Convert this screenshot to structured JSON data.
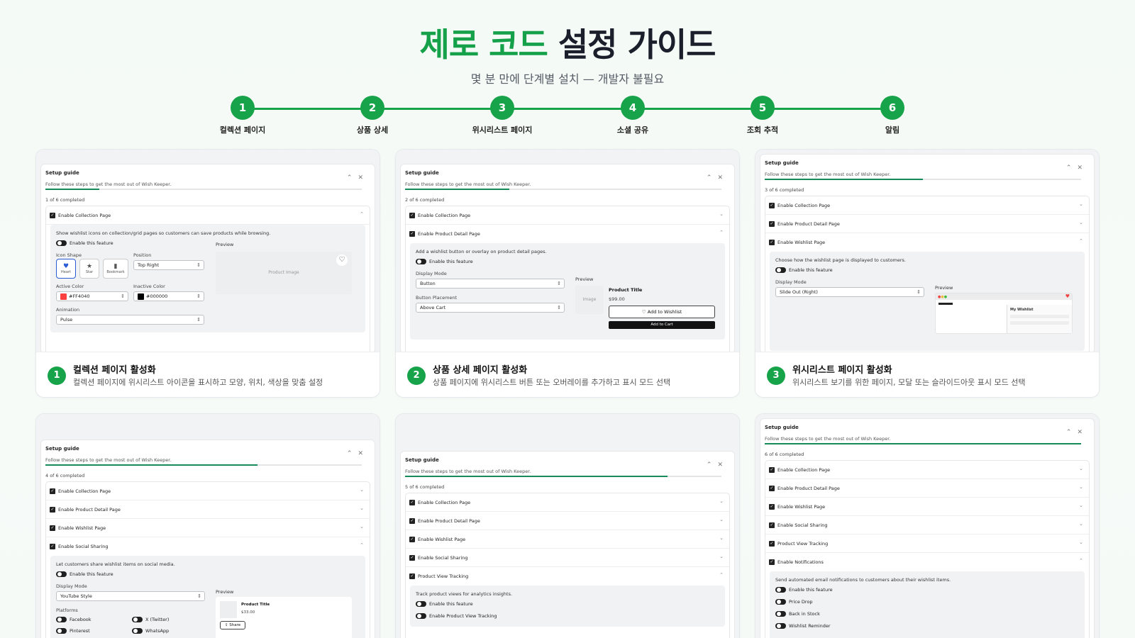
{
  "hero": {
    "title_green": "제로 코드",
    "title_dark": "설정 가이드",
    "subtitle": "몇 분 만에 단계별 설치 — 개발자 불필요"
  },
  "steps": [
    {
      "n": "1",
      "label": "컬렉션 페이지"
    },
    {
      "n": "2",
      "label": "상품 상세"
    },
    {
      "n": "3",
      "label": "위시리스트 페이지"
    },
    {
      "n": "4",
      "label": "소셜 공유"
    },
    {
      "n": "5",
      "label": "조회 추적"
    },
    {
      "n": "6",
      "label": "알림"
    }
  ],
  "guide": {
    "title": "Setup guide",
    "subtitle": "Follow these steps to get the most out of Wish Keeper.",
    "items": [
      "Enable Collection Page",
      "Enable Product Detail Page",
      "Enable Wishlist Page",
      "Enable Social Sharing",
      "Product View Tracking",
      "Enable Notifications"
    ],
    "enable_feature": "Enable this feature",
    "preview": "Preview",
    "display_mode": "Display Mode"
  },
  "cards": [
    {
      "num": "1",
      "title": "컬렉션 페이지 활성화",
      "desc": "컬렉션 페이지에 위시리스트 아이콘을 표시하고 모양, 위치, 색상을 맞춤 설정",
      "count": "1 of 6 completed",
      "progress": 0.17,
      "detail": {
        "desc": "Show wishlist icons on collection/grid pages so customers can save products while browsing.",
        "icon_shape_label": "Icon Shape",
        "shapes": [
          "Heart",
          "Star",
          "Bookmark"
        ],
        "position_label": "Position",
        "position_value": "Top Right",
        "active_color_label": "Active Color",
        "active_color_value": "#FF4040",
        "inactive_color_label": "Inactive Color",
        "inactive_color_value": "#000000",
        "animation_label": "Animation",
        "animation_value": "Pulse",
        "product_image": "Product Image"
      }
    },
    {
      "num": "2",
      "title": "상품 상세 페이지 활성화",
      "desc": "상품 페이지에 위시리스트 버튼 또는 오버레이를 추가하고 표시 모드 선택",
      "count": "2 of 6 completed",
      "progress": 0.33,
      "detail": {
        "desc": "Add a wishlist button or overlay on product detail pages.",
        "display_mode_value": "Button",
        "placement_label": "Button Placement",
        "placement_value": "Above Cart",
        "image": "Image",
        "product_title": "Product Title",
        "price": "$99.00",
        "add_to_wishlist": "Add to Wishlist",
        "add_to_cart": "Add to Cart"
      }
    },
    {
      "num": "3",
      "title": "위시리스트 페이지 활성화",
      "desc": "위시리스트 보기를 위한 페이지, 모달 또는 슬라이드아웃 표시 모드 선택",
      "count": "3 of 6 completed",
      "progress": 0.5,
      "detail": {
        "desc": "Choose how the wishlist page is displayed to customers.",
        "display_mode_value": "Slide Out (Right)",
        "my_wishlist": "My Wishlist"
      }
    },
    {
      "count": "4 of 6 completed",
      "progress": 0.67,
      "detail": {
        "desc": "Let customers share wishlist items on social media.",
        "display_mode_value": "YouTube Style",
        "platforms_label": "Platforms",
        "platforms": [
          "Facebook",
          "X (Twitter)",
          "Pinterest",
          "WhatsApp"
        ],
        "product_title": "Product Title",
        "price": "$33.00",
        "share": "Share"
      }
    },
    {
      "count": "5 of 6 completed",
      "progress": 0.83,
      "detail": {
        "desc": "Track product views for analytics insights.",
        "toggle2": "Enable Product View Tracking"
      }
    },
    {
      "count": "6 of 6 completed",
      "progress": 1.0,
      "detail": {
        "desc": "Send automated email notifications to customers about their wishlist items.",
        "toggles": [
          "Price Drop",
          "Back in Stock",
          "Wishlist Reminder"
        ]
      }
    }
  ],
  "colors": {
    "brand_green": "#17a34a",
    "progress": "#178a5a",
    "dark": "#1a1f2b"
  }
}
